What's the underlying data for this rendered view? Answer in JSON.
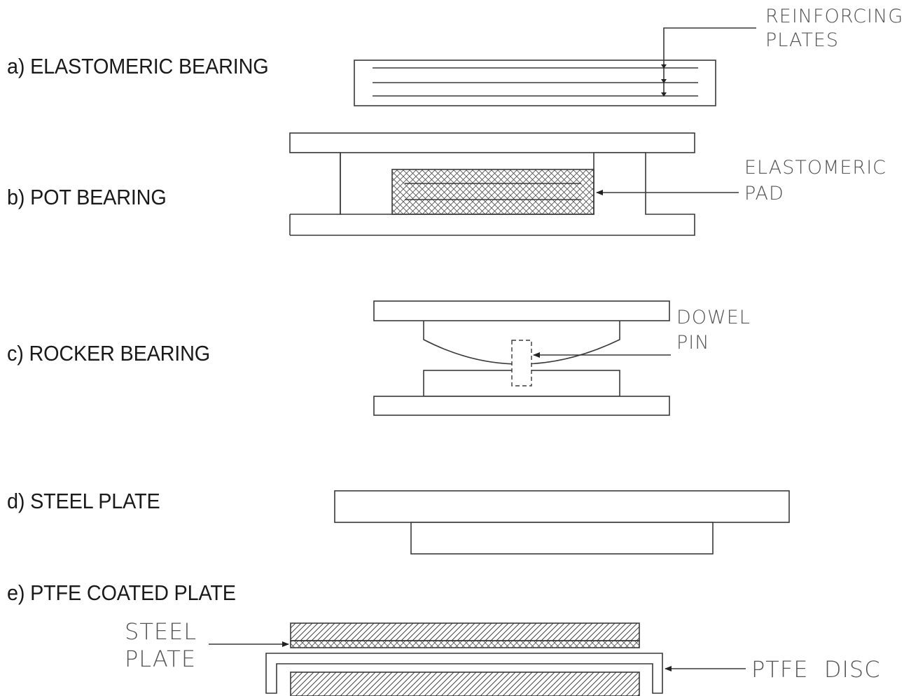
{
  "diagram": {
    "sections": [
      {
        "id": "a",
        "title": "a) ELASTOMERIC BEARING",
        "annotations": [
          "REINFORCING",
          "PLATES"
        ]
      },
      {
        "id": "b",
        "title": "b) POT BEARING",
        "annotations": [
          "ELASTOMERIC",
          "PAD"
        ]
      },
      {
        "id": "c",
        "title": "c) ROCKER BEARING",
        "annotations": [
          "DOWEL",
          "PIN"
        ]
      },
      {
        "id": "d",
        "title": "d) STEEL PLATE",
        "annotations": []
      },
      {
        "id": "e",
        "title": "e) PTFE COATED PLATE",
        "annotations": [
          "STEEL",
          "PLATE",
          "PTFE  DISC"
        ]
      }
    ]
  }
}
